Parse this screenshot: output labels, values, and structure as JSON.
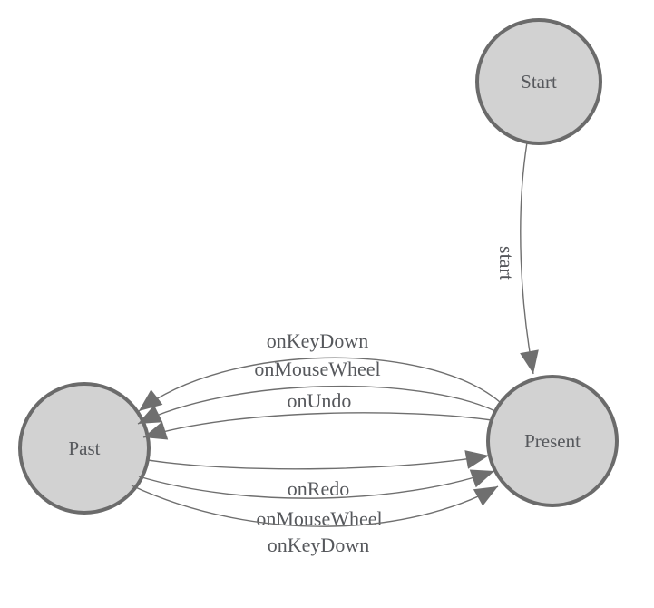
{
  "diagram": {
    "nodes": [
      {
        "id": "start",
        "label": "Start"
      },
      {
        "id": "present",
        "label": "Present"
      },
      {
        "id": "past",
        "label": "Past"
      }
    ],
    "edges": [
      {
        "from": "start",
        "to": "present",
        "label": "start"
      },
      {
        "from": "present",
        "to": "past",
        "label": "onKeyDown"
      },
      {
        "from": "present",
        "to": "past",
        "label": "onMouseWheel"
      },
      {
        "from": "present",
        "to": "past",
        "label": "onUndo"
      },
      {
        "from": "past",
        "to": "present",
        "label": "onRedo"
      },
      {
        "from": "past",
        "to": "present",
        "label": "onMouseWheel"
      },
      {
        "from": "past",
        "to": "present",
        "label": "onKeyDown"
      }
    ],
    "colors": {
      "background": "#ffffff",
      "node_fill": "#d2d2d2",
      "node_border": "#6b6b6b",
      "edge_stroke": "#6f6f6f",
      "label_text": "#56585c"
    }
  }
}
